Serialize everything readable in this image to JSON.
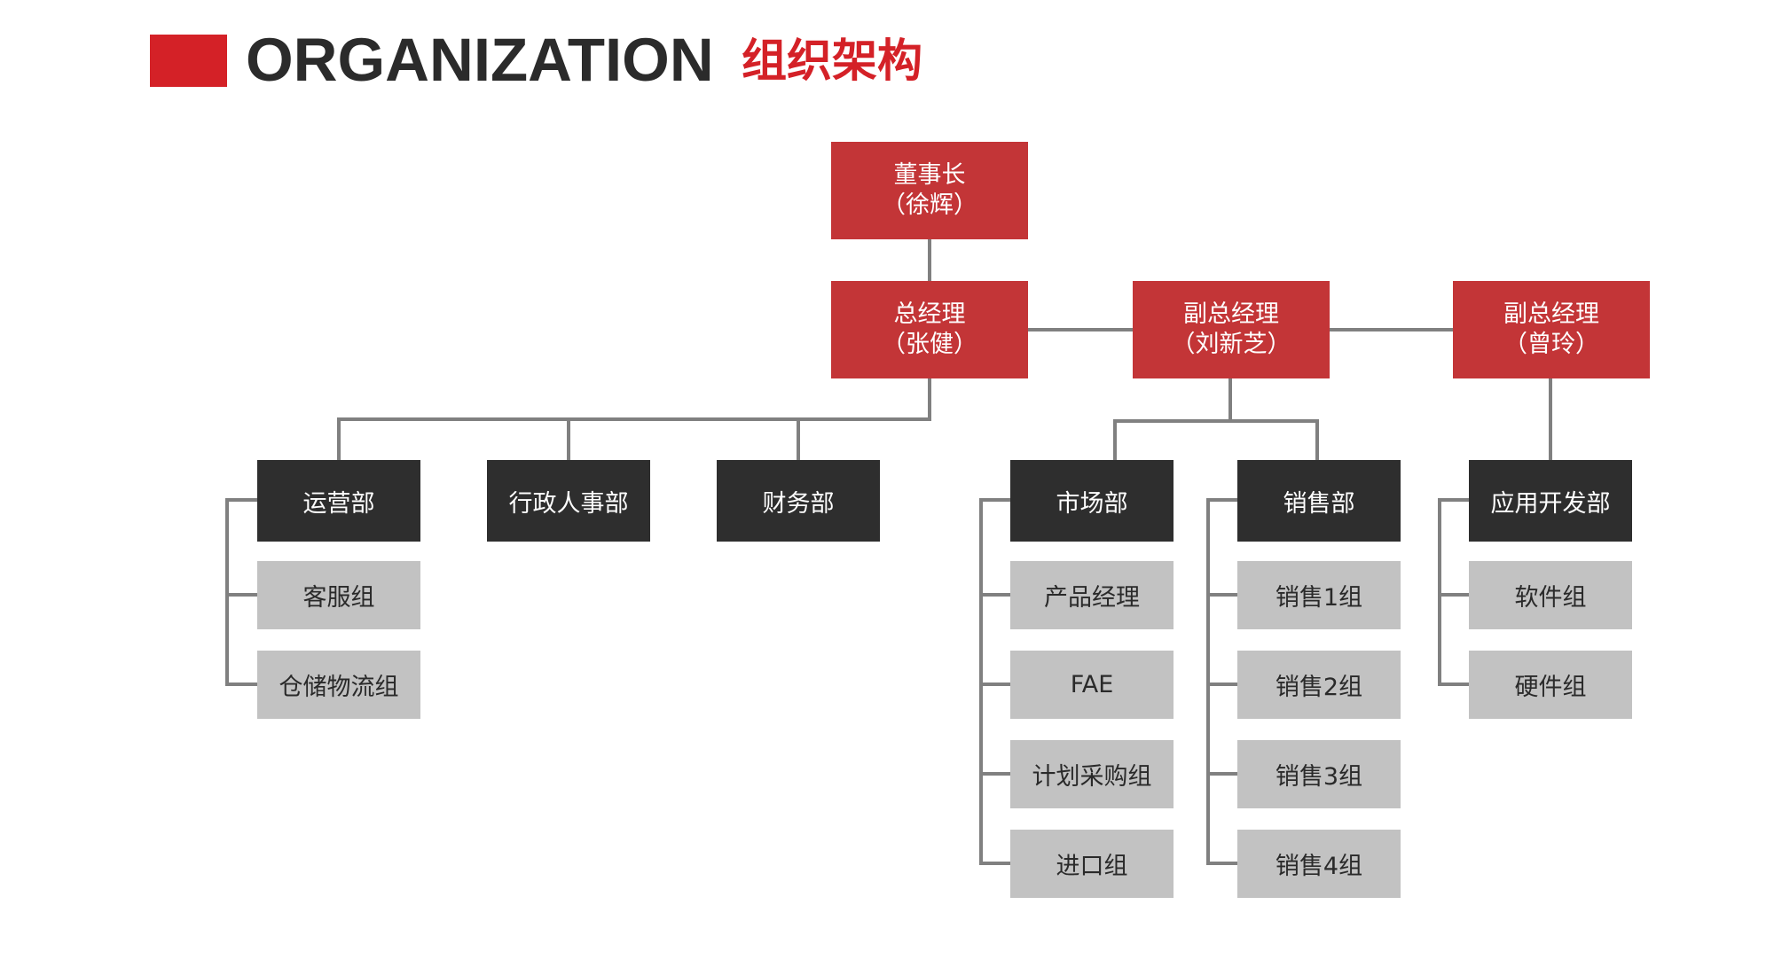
{
  "header": {
    "title_en": "ORGANIZATION",
    "title_cn": "组织架构"
  },
  "colors": {
    "accent": "#d42127",
    "exec_box": "#c33537",
    "dept_box": "#2e2e2e",
    "sub_box": "#c2c2c2",
    "connector": "#808080"
  },
  "org": {
    "chairman": {
      "title": "董事长",
      "person": "（徐辉）"
    },
    "gm": {
      "title": "总经理",
      "person": "（张健）"
    },
    "vgm1": {
      "title": "副总经理",
      "person": "（刘新芝）"
    },
    "vgm2": {
      "title": "副总经理",
      "person": "（曾玲）"
    },
    "departments": {
      "operations": {
        "label": "运营部",
        "groups": [
          "客服组",
          "仓储物流组"
        ]
      },
      "admin_hr": {
        "label": "行政人事部"
      },
      "finance": {
        "label": "财务部"
      },
      "marketing": {
        "label": "市场部",
        "groups": [
          "产品经理",
          "FAE",
          "计划采购组",
          "进口组"
        ]
      },
      "sales": {
        "label": "销售部",
        "groups": [
          "销售1组",
          "销售2组",
          "销售3组",
          "销售4组"
        ]
      },
      "app_dev": {
        "label": "应用开发部",
        "groups": [
          "软件组",
          "硬件组"
        ]
      }
    }
  }
}
